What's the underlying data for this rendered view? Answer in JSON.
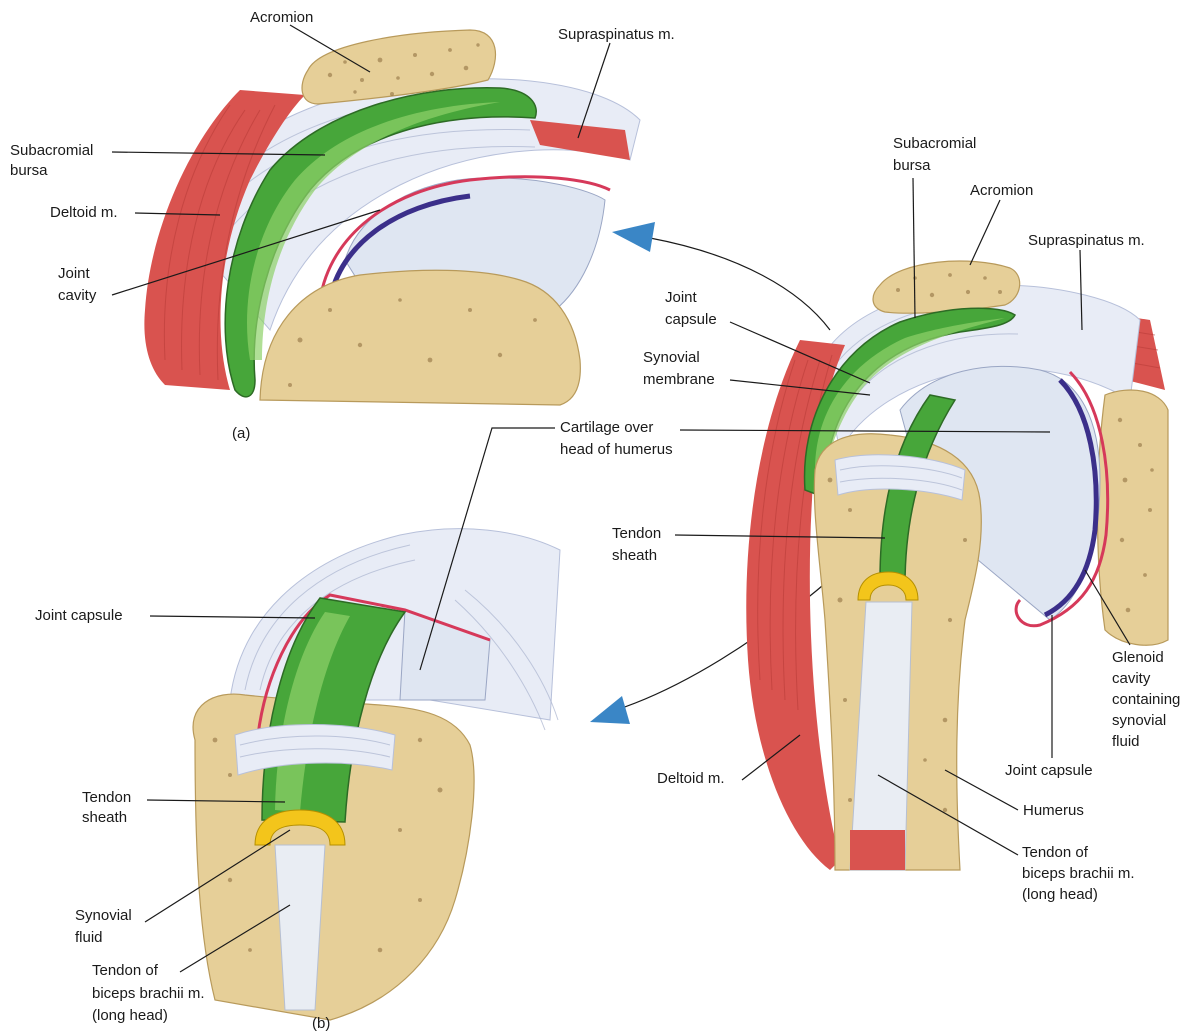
{
  "panel_a": {
    "tag": "(a)",
    "labels": {
      "acromion": "Acromion",
      "supraspinatus": "Supraspinatus m.",
      "subacromial_1": "Subacromial",
      "subacromial_2": "bursa",
      "deltoid": "Deltoid m.",
      "joint_cavity_1": "Joint",
      "joint_cavity_2": "cavity"
    }
  },
  "panel_b": {
    "tag": "(b)",
    "labels": {
      "joint_capsule": "Joint capsule",
      "tendon_sheath_1": "Tendon",
      "tendon_sheath_2": "sheath",
      "synovial_fluid_1": "Synovial",
      "synovial_fluid_2": "fluid",
      "tendon_biceps_1": "Tendon of",
      "tendon_biceps_2": "biceps brachii m.",
      "tendon_biceps_3": "(long head)"
    }
  },
  "main": {
    "labels": {
      "subacromial_1": "Subacromial",
      "subacromial_2": "bursa",
      "acromion": "Acromion",
      "supraspinatus": "Supraspinatus m.",
      "joint_capsule_1": "Joint",
      "joint_capsule_2": "capsule",
      "synovial_membrane_1": "Synovial",
      "synovial_membrane_2": "membrane",
      "cartilage_1": "Cartilage over",
      "cartilage_2": "head of humerus",
      "tendon_sheath_1": "Tendon",
      "tendon_sheath_2": "sheath",
      "glenoid_1": "Glenoid",
      "glenoid_2": "cavity",
      "glenoid_3": "containing",
      "glenoid_4": "synovial",
      "glenoid_5": "fluid",
      "joint_capsule_lower": "Joint capsule",
      "deltoid": "Deltoid m.",
      "humerus": "Humerus",
      "tendon_biceps_1": "Tendon of",
      "tendon_biceps_2": "biceps brachii m.",
      "tendon_biceps_3": "(long head)"
    }
  },
  "colors": {
    "muscle": "#d9534f",
    "bone": "#e6cf98",
    "bursa": "#47a63a",
    "synovial_membrane": "#d6395a",
    "joint_cavity": "#3b2f8a",
    "synovial_fluid": "#f3c51b",
    "arrow": "#3a86c6"
  }
}
